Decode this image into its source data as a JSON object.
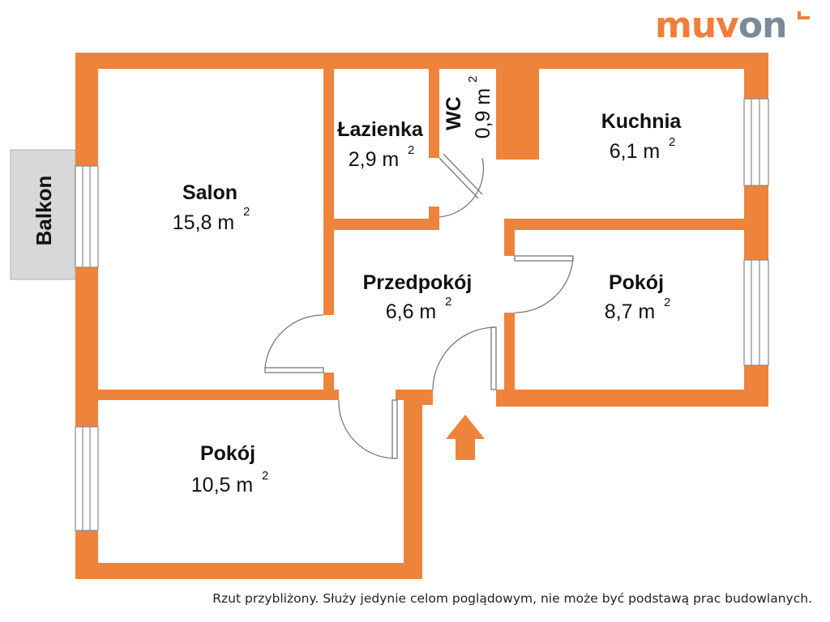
{
  "logo": {
    "text_part1": "muv",
    "text_part2": "on",
    "color_part1": "#f07f3c",
    "color_part2": "#7a8a96"
  },
  "colors": {
    "wall": "#ee833c",
    "balcony": "#d8d8d8",
    "window_frame": "#8a8a8a",
    "arrow": "#ee833c"
  },
  "balcony": {
    "label": "Balkon"
  },
  "rooms": {
    "salon": {
      "name": "Salon",
      "area": "15,8 m",
      "sup": "2"
    },
    "lazienka": {
      "name": "Łazienka",
      "area": "2,9 m",
      "sup": "2"
    },
    "wc": {
      "name": "WC",
      "area": "0,9 m",
      "sup": "2"
    },
    "kuchnia": {
      "name": "Kuchnia",
      "area": "6,1 m",
      "sup": "2"
    },
    "przedpokoj": {
      "name": "Przedpokój",
      "area": "6,6 m",
      "sup": "2"
    },
    "pokoj_right": {
      "name": "Pokój",
      "area": "8,7 m",
      "sup": "2"
    },
    "pokoj_bottom": {
      "name": "Pokój",
      "area": "10,5 m",
      "sup": "2"
    }
  },
  "entrance": {
    "icon": "entrance-arrow-icon"
  },
  "disclaimer": "Rzut przybliżony. Służy jedynie celom poglądowym, nie może być podstawą prac budowlanych."
}
